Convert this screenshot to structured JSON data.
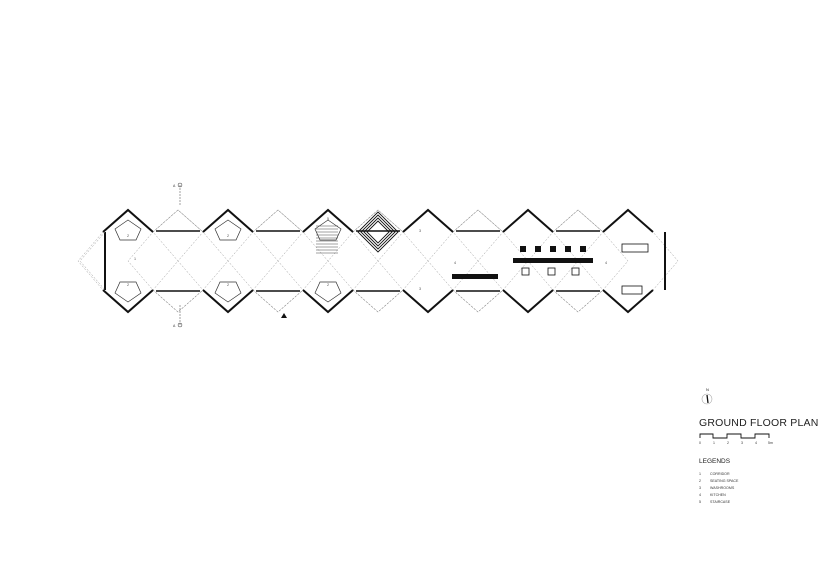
{
  "drawing": {
    "title": "GROUND FLOOR PLAN",
    "north_label": "N",
    "section_marker": "A",
    "scale_labels": [
      "0",
      "1",
      "2",
      "3",
      "4",
      "5m"
    ],
    "legend_heading": "LEGENDS",
    "legend": [
      {
        "num": "1",
        "label": "CORRIDOR"
      },
      {
        "num": "2",
        "label": "SEATING SPACE"
      },
      {
        "num": "3",
        "label": "WASHROOMS"
      },
      {
        "num": "4",
        "label": "KITCHEN"
      },
      {
        "num": "5",
        "label": "STAIRCASE"
      }
    ],
    "room_tags": {
      "corridor": "1",
      "seating": "2",
      "washroom": "3",
      "kitchen": "4",
      "stair": "5"
    }
  }
}
